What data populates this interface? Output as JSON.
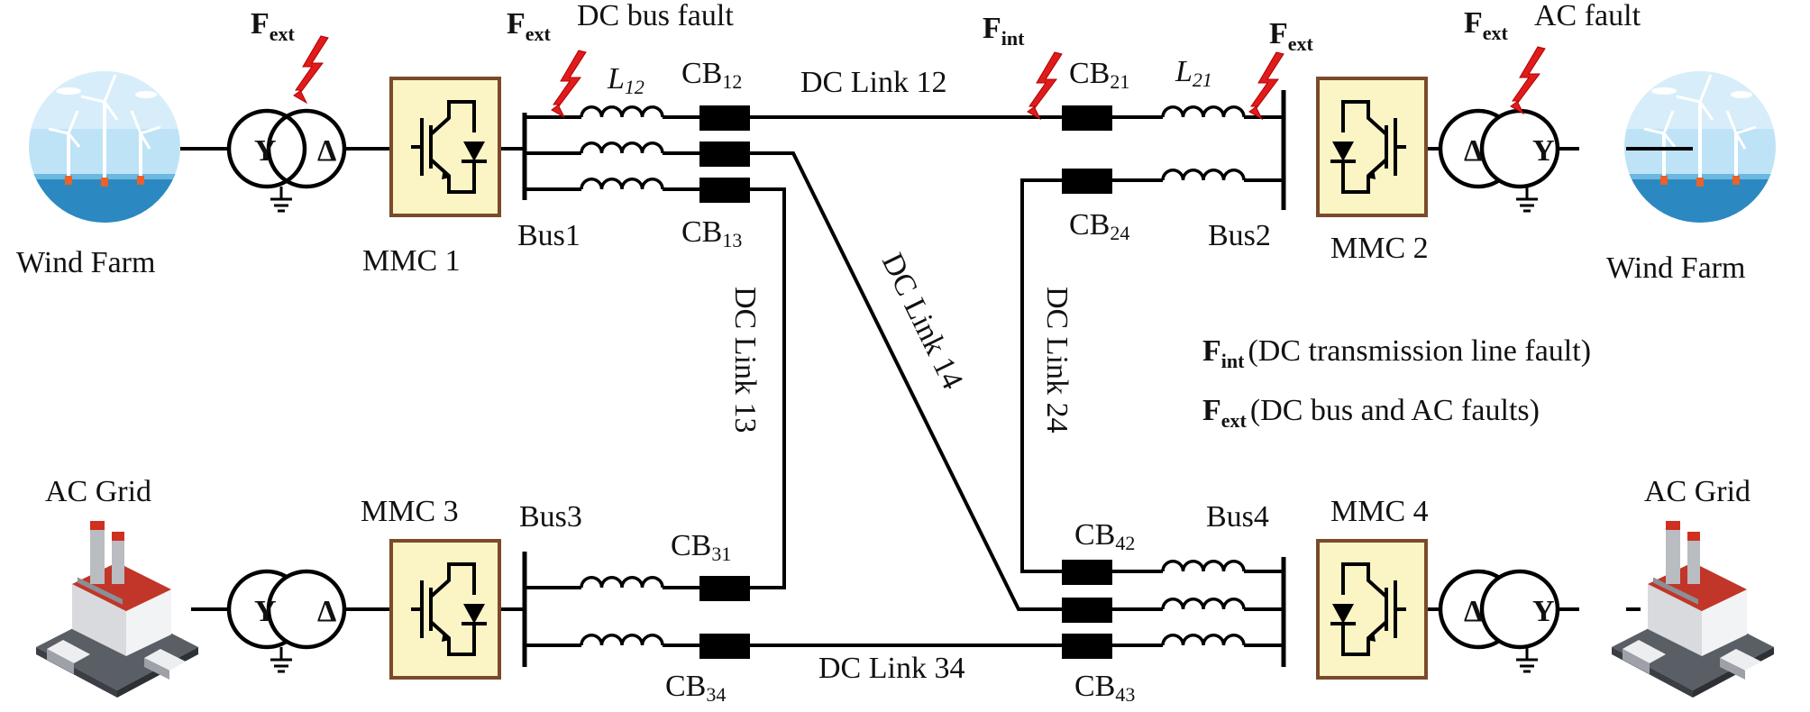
{
  "labels": {
    "wind_farm_left": "Wind Farm",
    "wind_farm_right": "Wind Farm",
    "ac_grid_left": "AC Grid",
    "ac_grid_right": "AC Grid",
    "mmc1": "MMC 1",
    "mmc2": "MMC 2",
    "mmc3": "MMC 3",
    "mmc4": "MMC 4",
    "bus1": "Bus1",
    "bus2": "Bus2",
    "bus3": "Bus3",
    "bus4": "Bus4",
    "dc_link_12": "DC Link 12",
    "dc_link_13": "DC Link 13",
    "dc_link_14": "DC Link 14",
    "dc_link_24": "DC Link 24",
    "dc_link_34": "DC Link 34",
    "dc_bus_fault": "DC bus fault",
    "ac_fault": "AC fault",
    "transformer_y": "Y",
    "transformer_delta": "Δ"
  },
  "breakers": {
    "cb12": {
      "base": "CB",
      "sub": "12"
    },
    "cb13": {
      "base": "CB",
      "sub": "13"
    },
    "cb21": {
      "base": "CB",
      "sub": "21"
    },
    "cb24": {
      "base": "CB",
      "sub": "24"
    },
    "cb31": {
      "base": "CB",
      "sub": "31"
    },
    "cb34": {
      "base": "CB",
      "sub": "34"
    },
    "cb42": {
      "base": "CB",
      "sub": "42"
    },
    "cb43": {
      "base": "CB",
      "sub": "43"
    }
  },
  "inductors": {
    "l12": {
      "base": "L",
      "sub": "12"
    },
    "l21": {
      "base": "L",
      "sub": "21"
    }
  },
  "faults": {
    "f_ext": {
      "base": "F",
      "sub": "ext"
    },
    "f_int": {
      "base": "F",
      "sub": "int"
    }
  },
  "legend": {
    "f_int_desc": "(DC transmission line fault)",
    "f_ext_desc": "(DC bus and AC faults)"
  },
  "colors": {
    "fault_bolt": "#e01b1b",
    "mmc_fill": "#fbf4c4",
    "mmc_border": "#7a4a2a",
    "sea_blue": "#2c88c0"
  }
}
